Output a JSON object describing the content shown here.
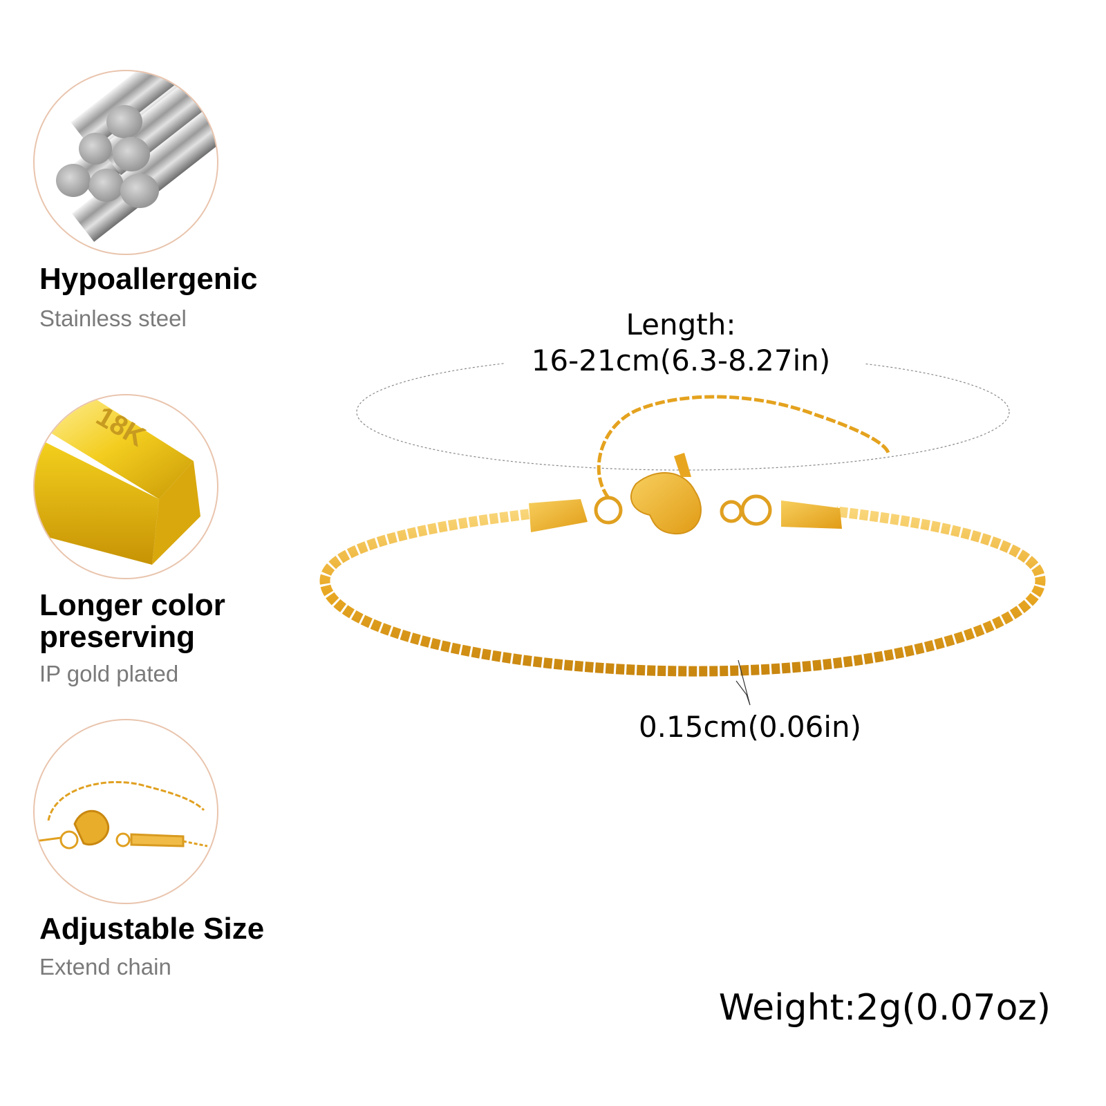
{
  "features": [
    {
      "icon": "steel-rods-icon",
      "title": "Hypoallergenic",
      "subtitle": "Stainless steel"
    },
    {
      "icon": "gold-bar-icon",
      "icon_label": "18K",
      "title_line1": "Longer color",
      "title_line2": "preserving",
      "subtitle": "IP gold plated"
    },
    {
      "icon": "extender-chain-icon",
      "title": "Adjustable Size",
      "subtitle": "Extend chain"
    }
  ],
  "specs": {
    "length_label": "Length:",
    "length_value": "16-21cm(6.3-8.27in)",
    "width_value": "0.15cm(0.06in)",
    "weight": "Weight:2g(0.07oz)"
  },
  "colors": {
    "gold": "#e8a91c",
    "gold_light": "#f7c94a",
    "circle_border": "#e9c4ad",
    "subtitle_gray": "#7a7a7a"
  }
}
